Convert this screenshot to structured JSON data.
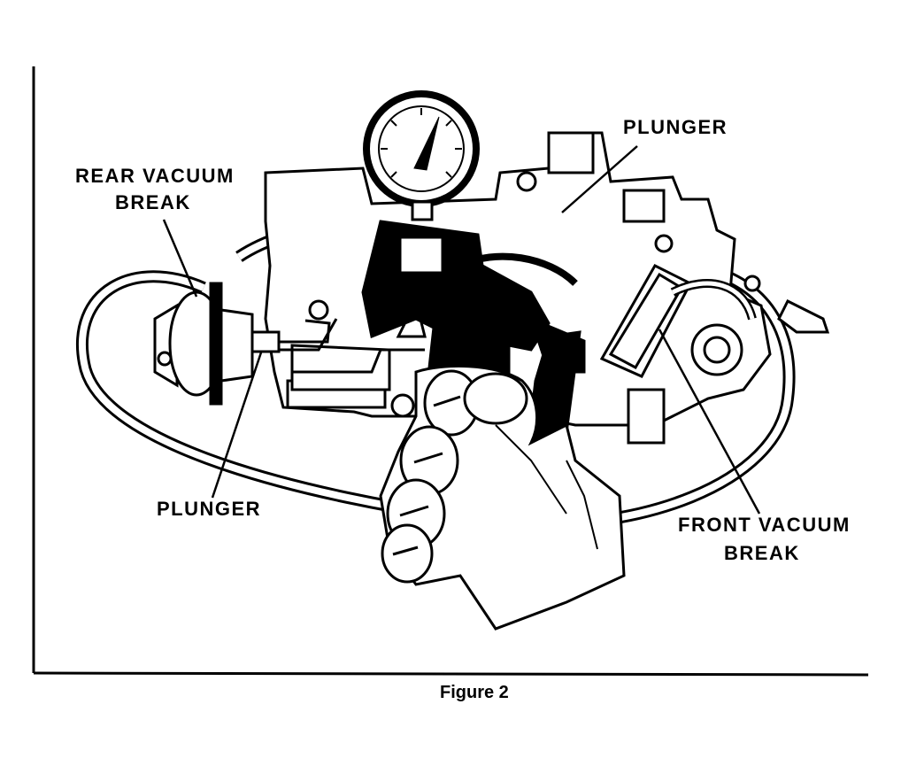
{
  "labels": {
    "plunger_top": "PLUNGER",
    "rear_vacuum_break_line1": "REAR VACUUM",
    "rear_vacuum_break_line2": "BREAK",
    "plunger_bottom": "PLUNGER",
    "front_vacuum_break_line1": "FRONT VACUUM",
    "front_vacuum_break_line2": "BREAK"
  },
  "caption": "Figure 2",
  "colors": {
    "ink": "#000000",
    "paper": "#ffffff"
  }
}
